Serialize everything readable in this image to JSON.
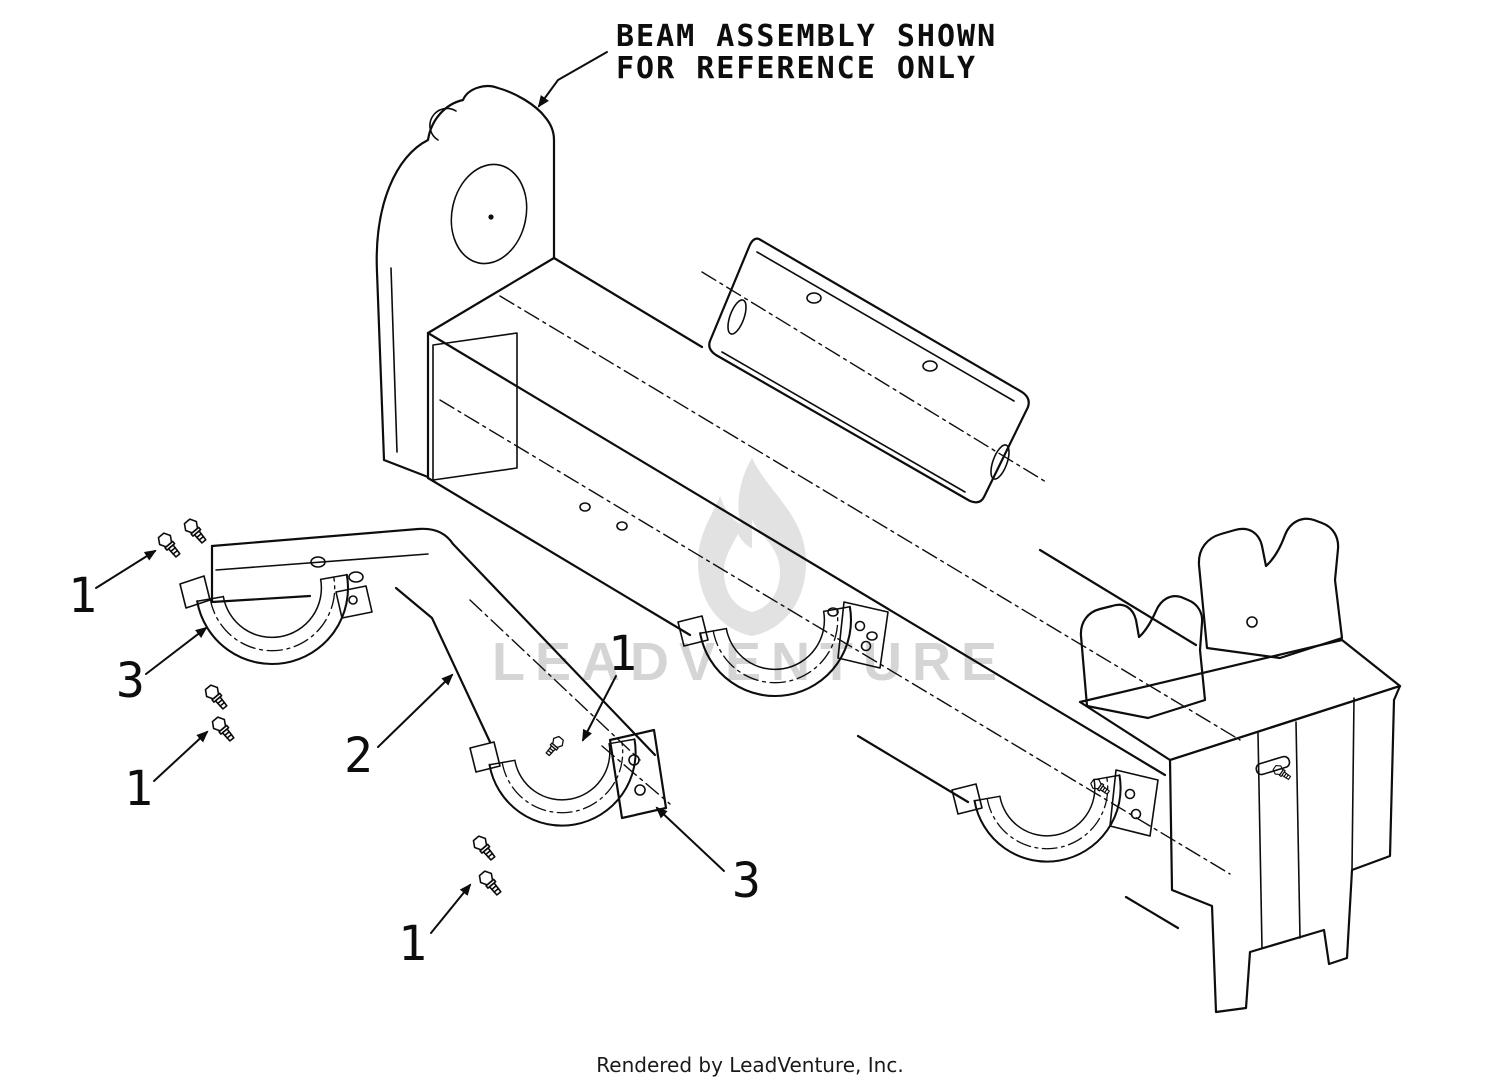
{
  "diagram": {
    "reference_note": {
      "line1": "BEAM ASSEMBLY SHOWN",
      "line2": "FOR REFERENCE ONLY"
    },
    "callouts": [
      {
        "part": "1"
      },
      {
        "part": "3"
      },
      {
        "part": "1"
      },
      {
        "part": "2"
      },
      {
        "part": "1"
      },
      {
        "part": "3"
      },
      {
        "part": "1"
      }
    ],
    "watermark": {
      "text": "LEADVENTURE"
    },
    "colors": {
      "line": "#000000",
      "watermark": "#d5d5d5",
      "background": "#ffffff"
    }
  },
  "footer": {
    "credit": "Rendered by LeadVenture, Inc."
  }
}
